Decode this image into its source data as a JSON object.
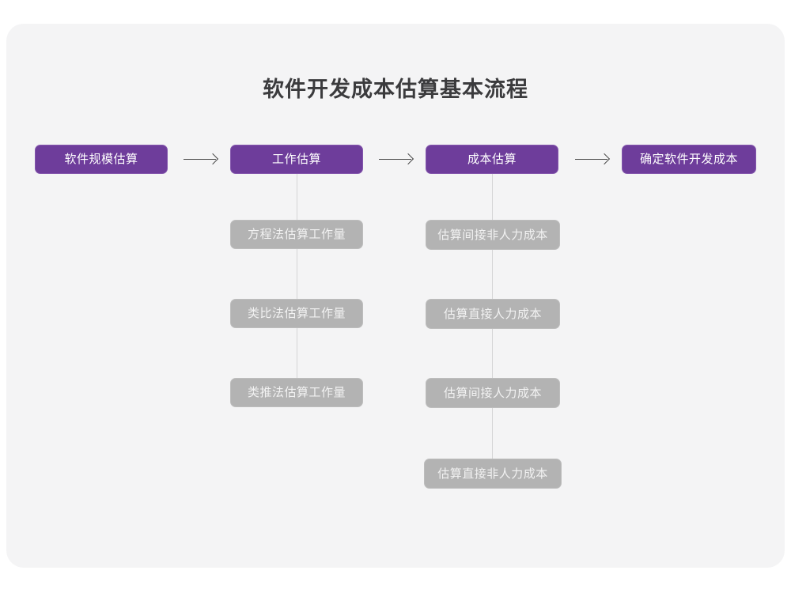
{
  "diagram": {
    "title": "软件开发成本估算基本流程",
    "type": "flowchart",
    "colors": {
      "canvas_background": "#f4f4f5",
      "page_background": "#ffffff",
      "primary_node_fill": "#6e3d9b",
      "primary_node_border": "#8457ad",
      "primary_node_text": "#ffffff",
      "secondary_node_fill": "#b3b3b3",
      "secondary_node_text": "#f2f2f2",
      "arrow_color": "#4a4a4a",
      "connector_color": "#d5d5d6",
      "title_color": "#3b3b3d"
    },
    "main_flow": [
      {
        "label": "软件规模估算"
      },
      {
        "label": "工作估算"
      },
      {
        "label": "成本估算"
      },
      {
        "label": "确定软件开发成本"
      }
    ],
    "arrows": [
      {
        "name": "arrow-1",
        "from": "软件规模估算",
        "to": "工作估算"
      },
      {
        "name": "arrow-2",
        "from": "工作估算",
        "to": "成本估算"
      },
      {
        "name": "arrow-3",
        "from": "成本估算",
        "to": "确定软件开发成本"
      }
    ],
    "branch_work_estimation": {
      "parent": "工作估算",
      "items": [
        {
          "label": "方程法估算工作量"
        },
        {
          "label": "类比法估算工作量"
        },
        {
          "label": "类推法估算工作量"
        }
      ]
    },
    "branch_cost_estimation": {
      "parent": "成本估算",
      "items": [
        {
          "label": "估算间接非人力成本"
        },
        {
          "label": "估算直接人力成本"
        },
        {
          "label": "估算间接人力成本"
        },
        {
          "label": "估算直接非人力成本"
        }
      ]
    }
  }
}
